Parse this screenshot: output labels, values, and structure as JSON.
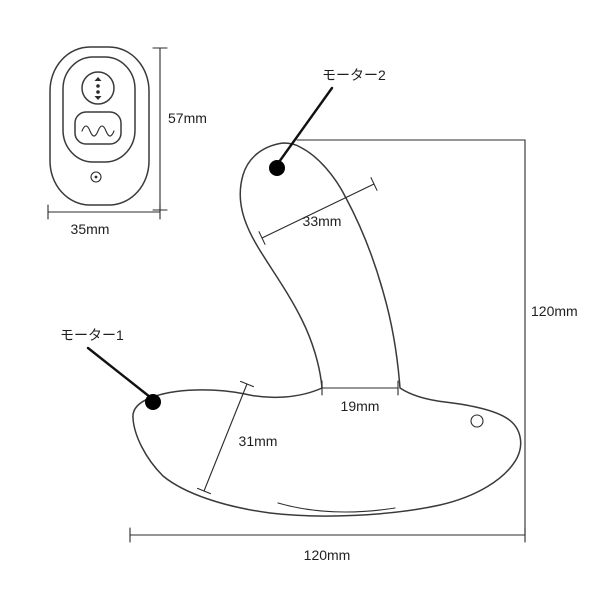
{
  "page": {
    "background_color": "#ffffff",
    "line_color": "#2b2b2b",
    "dot_color": "#000000"
  },
  "remote": {
    "height_label": "57mm",
    "width_label": "35mm",
    "icons": {
      "top_button": "pattern-dots-icon",
      "bottom_button": "wave-icon",
      "led": "led-dot-icon"
    }
  },
  "device": {
    "motor1": {
      "label": "モーター1"
    },
    "motor2": {
      "label": "モーター2"
    },
    "dimensions": {
      "head_width": "33mm",
      "neck_width": "19mm",
      "left_lobe": "31mm",
      "overall_height": "120mm",
      "overall_width": "120mm"
    }
  }
}
